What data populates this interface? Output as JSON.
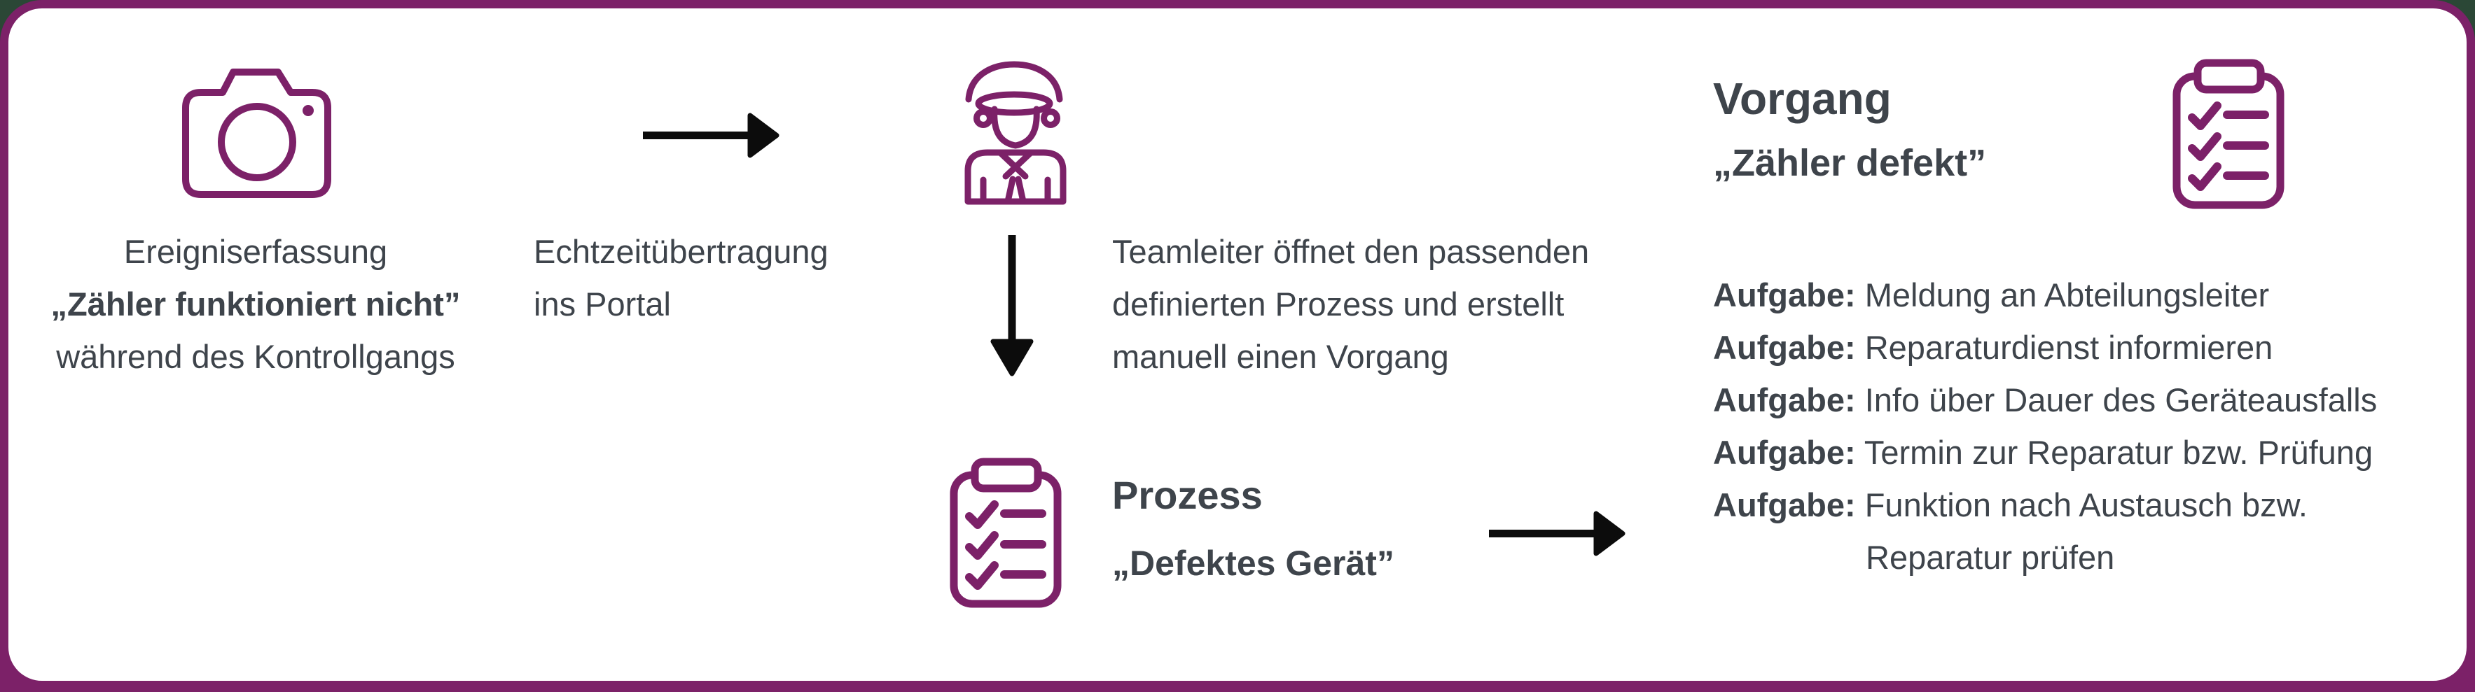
{
  "colors": {
    "accent_purple": "#7c2168",
    "icon_purple": "#7c2168",
    "text_gray": "#3e444b",
    "arrow_black": "#0c0c0c",
    "page_outside": "#2b4736",
    "card_bg": "#ffffff"
  },
  "event_capture": {
    "line1": "Ereigniserfassung",
    "line2": "„Zähler funktioniert nicht”",
    "line3": "während des Kontrollgangs"
  },
  "realtime_transfer": {
    "line1": "Echtzeitübertragung",
    "line2": "ins Portal"
  },
  "teamleader_note": {
    "line1": "Teamleiter öffnet den passenden",
    "line2": "definierten Prozess und erstellt",
    "line3": "manuell einen Vorgang"
  },
  "process": {
    "title": "Prozess",
    "name": "„Defektes Gerät”"
  },
  "vorgang": {
    "title": "Vorgang",
    "name": "„Zähler defekt”"
  },
  "tasks": {
    "items": [
      {
        "label": "Aufgabe:",
        "text": "Meldung an Abteilungsleiter"
      },
      {
        "label": "Aufgabe:",
        "text": "Reparaturdienst informieren"
      },
      {
        "label": "Aufgabe:",
        "text": "Info über Dauer des Geräteausfalls"
      },
      {
        "label": "Aufgabe:",
        "text": "Termin zur Reparatur bzw. Prüfung"
      },
      {
        "label": "Aufgabe:",
        "text": "Funktion nach Austausch bzw."
      }
    ],
    "continuation": "Reparatur prüfen"
  },
  "icons": {
    "camera": "camera-icon",
    "arrow_right_1": "arrow-right-icon",
    "teamleader": "teamleader-icon",
    "arrow_down": "arrow-down-icon",
    "process_checklist": "checklist-icon",
    "arrow_right_2": "arrow-right-icon",
    "vorgang_checklist": "checklist-icon"
  }
}
